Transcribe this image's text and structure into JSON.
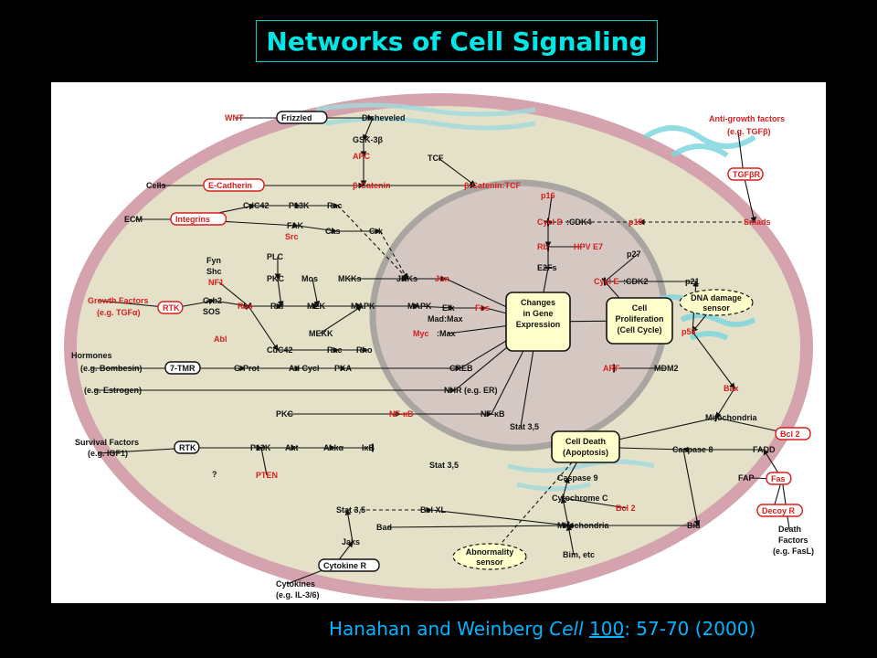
{
  "title": "Networks of Cell Signaling",
  "citation": {
    "authors": "Hanahan and Weinberg ",
    "journal": "Cell",
    "volume": "100",
    "pages": ": 57-70 (2000)"
  },
  "colors": {
    "red": "#d81e1e",
    "black": "#111111",
    "node_fill": "#ffffcc",
    "cell_border": "#d08f9a",
    "cytoplasm": "#e4e1c8",
    "nucleus": "#d5c8c2",
    "title": "#00e6e6",
    "citation": "#00b4ff"
  },
  "nodes": [
    {
      "id": "wnt",
      "text": "WNT",
      "style": "red"
    },
    {
      "id": "frizzled",
      "text": "Frizzled",
      "style": "box-black"
    },
    {
      "id": "disheveled",
      "text": "Disheveled",
      "style": "black"
    },
    {
      "id": "gsk3b",
      "text": "GSK-3β",
      "style": "black"
    },
    {
      "id": "apc",
      "text": "APC",
      "style": "red"
    },
    {
      "id": "tcf",
      "text": "TCF",
      "style": "black"
    },
    {
      "id": "cells",
      "text": "Cells",
      "style": "black"
    },
    {
      "id": "ecadherin",
      "text": "E-Cadherin",
      "style": "box-red"
    },
    {
      "id": "bcatenin",
      "text": "β-Catenin",
      "style": "red"
    },
    {
      "id": "bcatenin_tcf",
      "text": "β-Catenin:TCF",
      "style": "red"
    },
    {
      "id": "cdc42a",
      "text": "CdC42",
      "style": "black"
    },
    {
      "id": "p13k_a",
      "text": "P13K",
      "style": "black"
    },
    {
      "id": "rac_a",
      "text": "Rac",
      "style": "black"
    },
    {
      "id": "ecm",
      "text": "ECM",
      "style": "black"
    },
    {
      "id": "integrins",
      "text": "Integrins",
      "style": "box-red"
    },
    {
      "id": "fak",
      "text": "FAK",
      "style": "black"
    },
    {
      "id": "src",
      "text": "Src",
      "style": "red"
    },
    {
      "id": "cas",
      "text": "Cas",
      "style": "black"
    },
    {
      "id": "crk",
      "text": "Crk",
      "style": "black"
    },
    {
      "id": "fyn",
      "text": "Fyn",
      "style": "black"
    },
    {
      "id": "shc",
      "text": "Shc",
      "style": "black"
    },
    {
      "id": "plc",
      "text": "PLC",
      "style": "black"
    },
    {
      "id": "pkc_a",
      "text": "PKC",
      "style": "black"
    },
    {
      "id": "mos",
      "text": "Mos",
      "style": "black"
    },
    {
      "id": "mkks",
      "text": "MKKs",
      "style": "black"
    },
    {
      "id": "jnks",
      "text": "JNKs",
      "style": "black"
    },
    {
      "id": "jun",
      "text": "Jun",
      "style": "red"
    },
    {
      "id": "nf1",
      "text": "NF1",
      "style": "red"
    },
    {
      "id": "gf",
      "text": "Growth Factors",
      "style": "red"
    },
    {
      "id": "gf_eg",
      "text": "(e.g. TGFα)",
      "style": "red"
    },
    {
      "id": "rtk_a",
      "text": "RTK",
      "style": "box-red"
    },
    {
      "id": "grb2",
      "text": "Grb2",
      "style": "black"
    },
    {
      "id": "sos",
      "text": "SOS",
      "style": "black"
    },
    {
      "id": "ras",
      "text": "Ras",
      "style": "red"
    },
    {
      "id": "raf",
      "text": "Raf",
      "style": "black"
    },
    {
      "id": "mek",
      "text": "MEK",
      "style": "black"
    },
    {
      "id": "mapk_a",
      "text": "MAPK",
      "style": "black"
    },
    {
      "id": "mapk_b",
      "text": "MAPK",
      "style": "black"
    },
    {
      "id": "elk",
      "text": "Elk",
      "style": "black"
    },
    {
      "id": "fos",
      "text": "Fos",
      "style": "red"
    },
    {
      "id": "madmax",
      "text": "Mad:Max",
      "style": "black"
    },
    {
      "id": "myc",
      "text": "Myc",
      "style": "red"
    },
    {
      "id": "mycmax",
      "text": ":Max",
      "style": "black"
    },
    {
      "id": "mekk",
      "text": "MEKK",
      "style": "black"
    },
    {
      "id": "abl",
      "text": "Abl",
      "style": "red"
    },
    {
      "id": "cdc42b",
      "text": "CdC42",
      "style": "black"
    },
    {
      "id": "rac_b",
      "text": "Rac",
      "style": "black"
    },
    {
      "id": "rho",
      "text": "Rho",
      "style": "black"
    },
    {
      "id": "hormones",
      "text": "Hormones",
      "style": "black"
    },
    {
      "id": "hormones_eg",
      "text": "(e.g. Bombesin)",
      "style": "black"
    },
    {
      "id": "tmr",
      "text": "7-TMR",
      "style": "box-black"
    },
    {
      "id": "gprot",
      "text": "G-Prot",
      "style": "black"
    },
    {
      "id": "adcycl",
      "text": "Ad Cycl",
      "style": "black"
    },
    {
      "id": "pka",
      "text": "PKA",
      "style": "black"
    },
    {
      "id": "creb",
      "text": "CREB",
      "style": "black"
    },
    {
      "id": "estrogen",
      "text": "(e.g. Estrogen)",
      "style": "black"
    },
    {
      "id": "nhr",
      "text": "NHR (e.g. ER)",
      "style": "black"
    },
    {
      "id": "pkc_b",
      "text": "PKC",
      "style": "black"
    },
    {
      "id": "nfkb_a",
      "text": "NF-κB",
      "style": "red"
    },
    {
      "id": "nfkb_b",
      "text": "NF-κB",
      "style": "black"
    },
    {
      "id": "sf",
      "text": "Survival Factors",
      "style": "black"
    },
    {
      "id": "sf_eg",
      "text": "(e.g. IGF1)",
      "style": "black"
    },
    {
      "id": "rtk_b",
      "text": "RTK",
      "style": "box-black"
    },
    {
      "id": "p13k_b",
      "text": "P13K",
      "style": "black"
    },
    {
      "id": "akt",
      "text": "Akt",
      "style": "black"
    },
    {
      "id": "akka",
      "text": "Akkα",
      "style": "black"
    },
    {
      "id": "ikb",
      "text": "IκB",
      "style": "black"
    },
    {
      "id": "q",
      "text": "?",
      "style": "black"
    },
    {
      "id": "pten",
      "text": "PTEN",
      "style": "red"
    },
    {
      "id": "stat35_a",
      "text": "Stat 3,5",
      "style": "black"
    },
    {
      "id": "stat35_b",
      "text": "Stat 3,5",
      "style": "black"
    },
    {
      "id": "stat35_c",
      "text": "Stat 3,5",
      "style": "black"
    },
    {
      "id": "bclxl",
      "text": "Bcl XL",
      "style": "black"
    },
    {
      "id": "bad",
      "text": "Bad",
      "style": "black"
    },
    {
      "id": "jaks",
      "text": "Jaks",
      "style": "black"
    },
    {
      "id": "cytokineR",
      "text": "Cytokine R",
      "style": "box-black"
    },
    {
      "id": "cytokines",
      "text": "Cytokines",
      "style": "black"
    },
    {
      "id": "cytokines_eg",
      "text": "(e.g. IL-3/6)",
      "style": "black"
    },
    {
      "id": "p16",
      "text": "p16",
      "style": "red"
    },
    {
      "id": "cycld",
      "text": "Cycl D",
      "style": "red"
    },
    {
      "id": "cdk4",
      "text": ":CDK4",
      "style": "black"
    },
    {
      "id": "rb",
      "text": "Rb",
      "style": "red"
    },
    {
      "id": "hpv",
      "text": "HPV E7",
      "style": "red"
    },
    {
      "id": "e2fs",
      "text": "E2Fs",
      "style": "black"
    },
    {
      "id": "p15",
      "text": "p15",
      "style": "red"
    },
    {
      "id": "p27",
      "text": "p27",
      "style": "black"
    },
    {
      "id": "cycle",
      "text": "Cycl E",
      "style": "red"
    },
    {
      "id": "cdk2",
      "text": ":CDK2",
      "style": "black"
    },
    {
      "id": "p21",
      "text": "p21",
      "style": "black"
    },
    {
      "id": "agf",
      "text": "Anti-growth factors",
      "style": "red"
    },
    {
      "id": "agf_eg",
      "text": "(e.g. TGFβ)",
      "style": "red"
    },
    {
      "id": "tgfbr",
      "text": "TGFβR",
      "style": "box-red"
    },
    {
      "id": "smads",
      "text": "Smads",
      "style": "red"
    },
    {
      "id": "p53",
      "text": "p53",
      "style": "red"
    },
    {
      "id": "arf",
      "text": "ARF",
      "style": "red"
    },
    {
      "id": "mdm2",
      "text": "MDM2",
      "style": "black"
    },
    {
      "id": "bax",
      "text": "Bax",
      "style": "red"
    },
    {
      "id": "mito_a",
      "text": "Mitochondria",
      "style": "black"
    },
    {
      "id": "bcl2_a",
      "text": "Bcl 2",
      "style": "box-red"
    },
    {
      "id": "casp8",
      "text": "Caspase 8",
      "style": "black"
    },
    {
      "id": "fadd",
      "text": "FADD",
      "style": "black"
    },
    {
      "id": "fap",
      "text": "FAP",
      "style": "black"
    },
    {
      "id": "fas",
      "text": "Fas",
      "style": "box-red"
    },
    {
      "id": "decoy",
      "text": "Decoy R",
      "style": "box-red"
    },
    {
      "id": "death",
      "text": "Death",
      "style": "black"
    },
    {
      "id": "death2",
      "text": "Factors",
      "style": "black"
    },
    {
      "id": "death_eg",
      "text": "(e.g. FasL)",
      "style": "black"
    },
    {
      "id": "casp9",
      "text": "Caspase 9",
      "style": "black"
    },
    {
      "id": "cytc",
      "text": "Cytochrome C",
      "style": "black"
    },
    {
      "id": "bcl2_b",
      "text": "Bcl 2",
      "style": "red"
    },
    {
      "id": "mito_b",
      "text": "Mitochondria",
      "style": "black"
    },
    {
      "id": "bid",
      "text": "Bid",
      "style": "black"
    },
    {
      "id": "bim",
      "text": "Bim, etc",
      "style": "black"
    }
  ],
  "boxes": [
    {
      "id": "gene",
      "lines": [
        "Changes",
        "in Gene",
        "Expression"
      ]
    },
    {
      "id": "prolif",
      "lines": [
        "Cell",
        "Proliferation",
        "(Cell Cycle)"
      ]
    },
    {
      "id": "death_box",
      "lines": [
        "Cell Death",
        "(Apoptosis)"
      ]
    }
  ],
  "sensors": [
    {
      "id": "dna",
      "lines": [
        "DNA damage",
        "sensor"
      ]
    },
    {
      "id": "abn",
      "lines": [
        "Abnormality",
        "sensor"
      ]
    }
  ]
}
